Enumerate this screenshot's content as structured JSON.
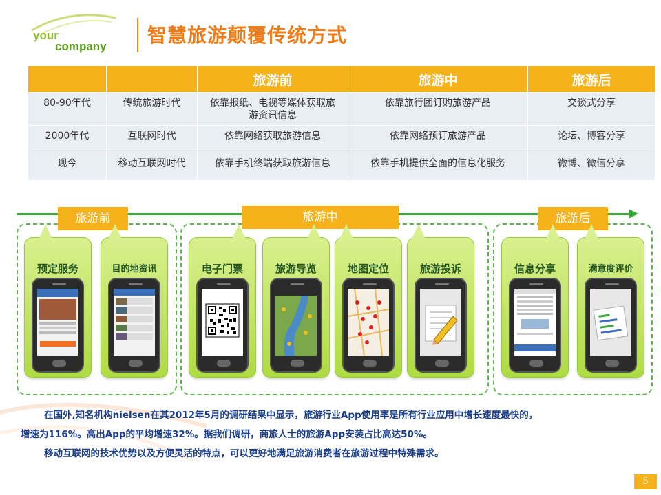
{
  "logo": {
    "line1": "your",
    "line2": "company"
  },
  "title": "智慧旅游颠覆传统方式",
  "table": {
    "headers": [
      "",
      "",
      "旅游前",
      "旅游中",
      "旅游后"
    ],
    "rows": [
      [
        "80-90年代",
        "传统旅游时代",
        "依靠报纸、电视等媒体获取旅游资讯信息",
        "依靠旅行团订购旅游产品",
        "交谈式分享"
      ],
      [
        "2000年代",
        "互联网时代",
        "依靠网络获取旅游信息",
        "依靠网络预订旅游产品",
        "论坛、博客分享"
      ],
      [
        "现今",
        "移动互联网时代",
        "依靠手机终端获取旅游信息",
        "依靠手机提供全面的信息化服务",
        "微博、微信分享"
      ]
    ]
  },
  "timeline": {
    "phases": [
      "旅游前",
      "旅游中",
      "旅游后"
    ],
    "cards": [
      "预定服务",
      "目的地资讯",
      "电子门票",
      "旅游导览",
      "地图定位",
      "旅游投诉",
      "信息分享",
      "满意度评价"
    ]
  },
  "notes": [
    "在国外,知名机构nielsen在其2012年5月的调研结果中显示，旅游行业App使用率是所有行业应用中增长速度最快的，",
    "增速为116%。高出App的平均增速32%。据我们调研，商旅人士的旅游App安装占比高达50%。",
    "移动互联网的技术优势以及方便灵活的特点，可以更好地满足旅游消费者在旅游过程中特殊需求。"
  ],
  "page_number": "5",
  "colors": {
    "accent": "#f6b21b",
    "title": "#f07d1a",
    "green": "#3aaa3a",
    "note": "#1a3e8c"
  }
}
